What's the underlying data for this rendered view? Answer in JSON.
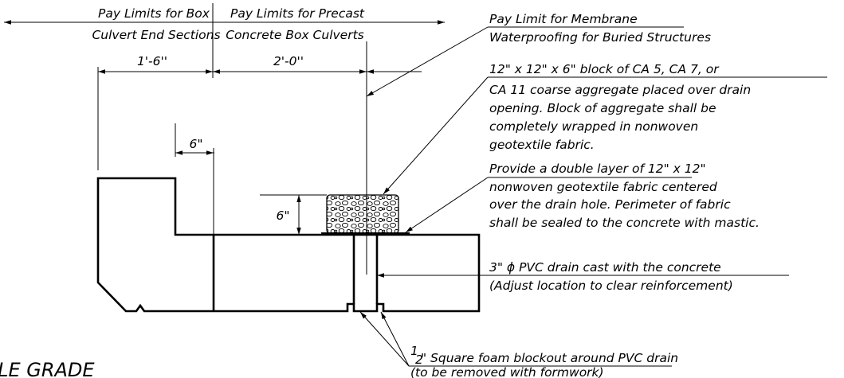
{
  "pay_limits": {
    "box_end": [
      "Pay Limits for Box",
      "Culvert End Sections"
    ],
    "precast": [
      "Pay Limits for Precast",
      "Concrete Box Culverts"
    ]
  },
  "dimensions": {
    "end_section_width": "1'-6''",
    "precast_width": "2'-0''",
    "step_width": "6\"",
    "block_height": "6\""
  },
  "notes": {
    "membrane": [
      "Pay Limit for Membrane",
      "Waterproofing for Buried Structures"
    ],
    "aggregate": [
      "12\" x 12\" x 6\" block of CA 5, CA 7, or",
      "CA 11 coarse aggregate placed over drain",
      "opening.  Block of aggregate shall be",
      "completely wrapped in nonwoven",
      "geotextile fabric."
    ],
    "fabric": [
      "Provide a double layer of 12\" x 12\"",
      "nonwoven geotextile fabric centered",
      "over the drain hole. Perimeter of fabric",
      "shall be sealed to the concrete with mastic."
    ],
    "pvc": [
      "3\" ϕ PVC drain cast with the concrete",
      "(Adjust location to clear reinforcement)"
    ],
    "foam": {
      "fraction_numerator": "1",
      "fraction_denominator": "2",
      "line1": "\" Square foam blockout around PVC drain",
      "line2": "(to be removed with formwork)"
    }
  },
  "partial_title": "ILE GRADE",
  "colors": {
    "line": "#000000",
    "background": "#ffffff"
  }
}
